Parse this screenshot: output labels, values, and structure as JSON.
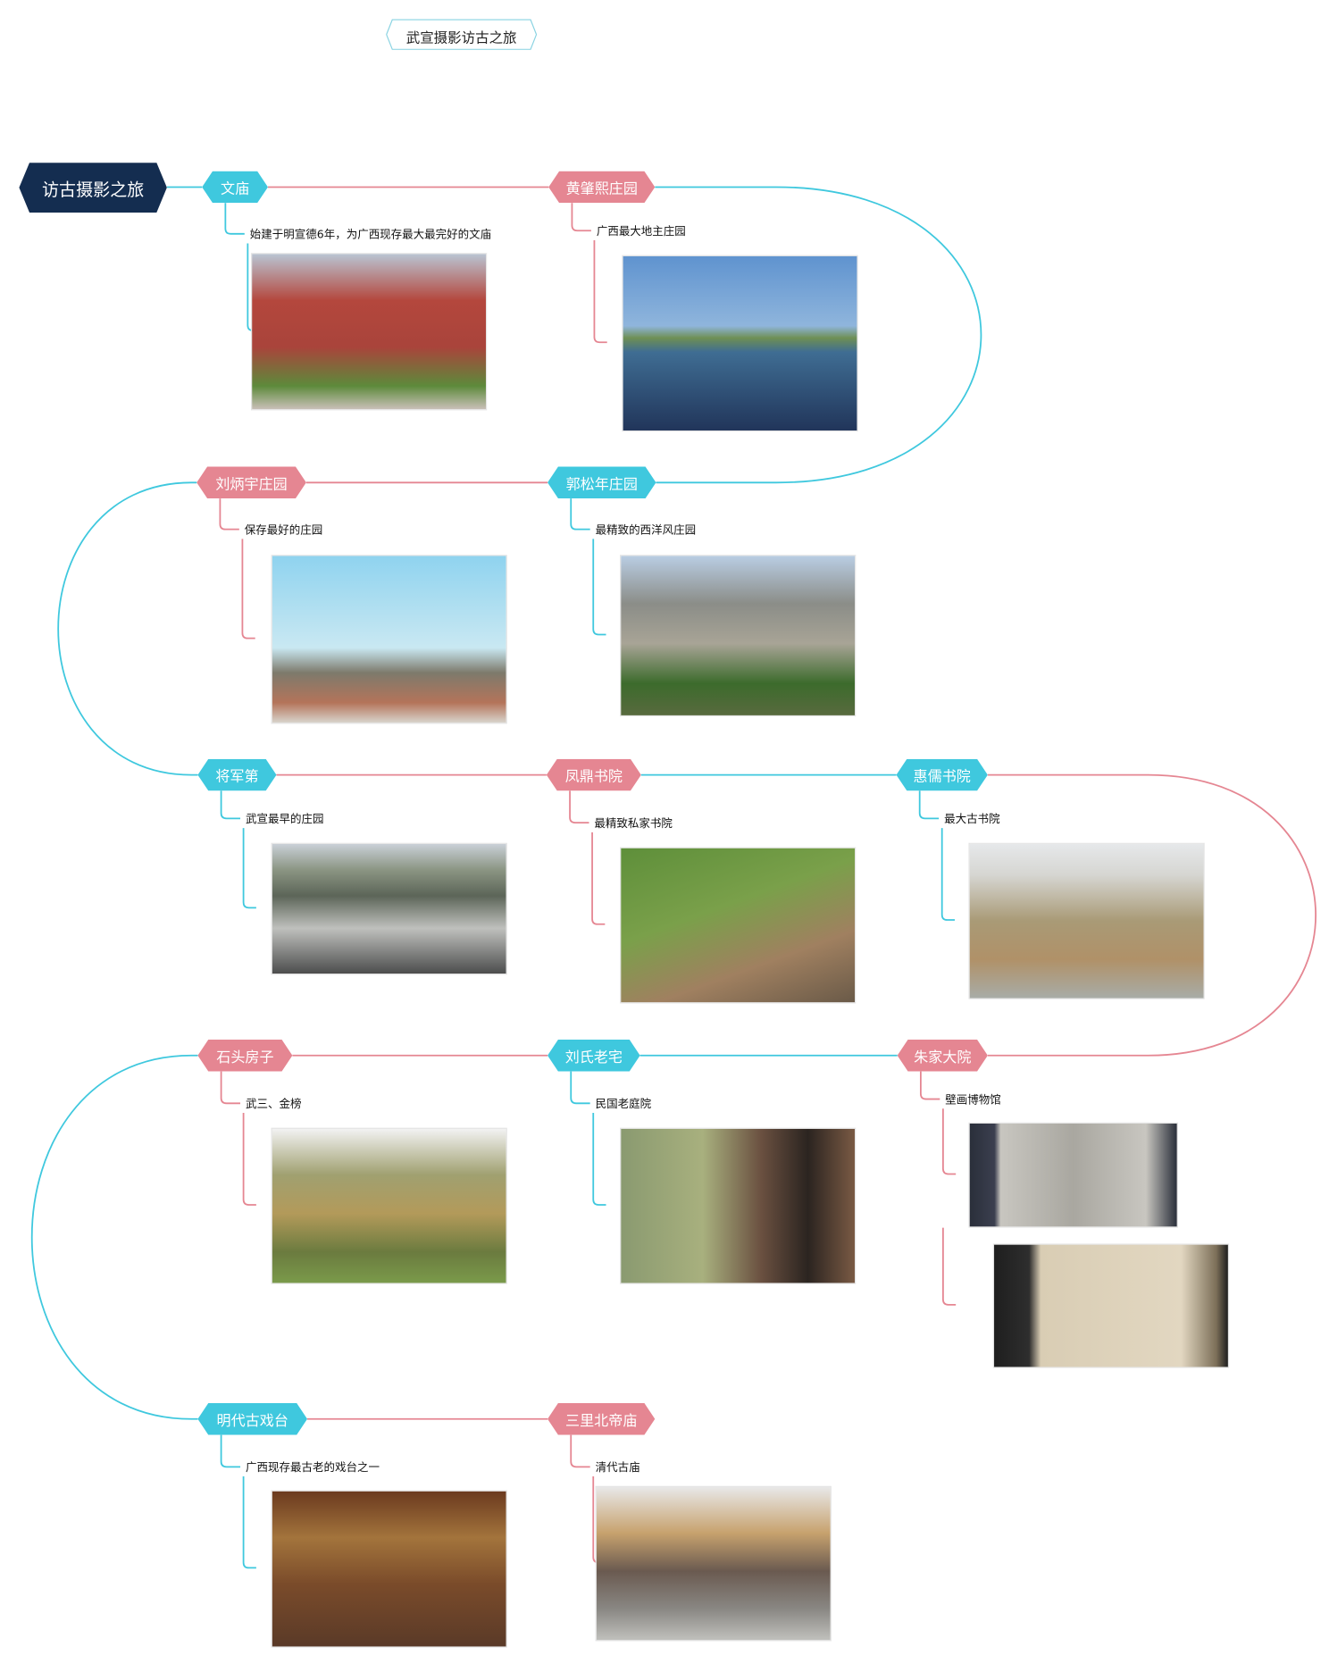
{
  "title": "武宣摄影访古之旅",
  "root": "访古摄影之旅",
  "colors": {
    "cyan": "#3fc8de",
    "pink": "#e58692",
    "navy": "#142d50"
  },
  "topics": [
    {
      "label": "文庙",
      "color": "cyan",
      "note": "始建于明宣德6年，为广西现存最大最完好的文庙",
      "images": [
        "red-temple-complex-photo"
      ]
    },
    {
      "label": "黄肇熙庄园",
      "color": "pink",
      "note": "广西最大地主庄园",
      "images": [
        "lake-reflection-manor-photo"
      ]
    },
    {
      "label": "刘炳宇庄园",
      "color": "pink",
      "note": "保存最好的庄园",
      "images": [
        "manor-blue-sky-photo"
      ]
    },
    {
      "label": "郭松年庄园",
      "color": "cyan",
      "note": "最精致的西洋风庄园",
      "images": [
        "western-style-manor-photo"
      ]
    },
    {
      "label": "将军第",
      "color": "cyan",
      "note": "武宣最早的庄园",
      "images": [
        "aerial-village-photo"
      ]
    },
    {
      "label": "凤鼎书院",
      "color": "pink",
      "note": "最精致私家书院",
      "images": [
        "academy-tree-photo"
      ]
    },
    {
      "label": "惠儒书院",
      "color": "cyan",
      "note": "最大古书院",
      "images": [
        "old-academy-facade-photo"
      ]
    },
    {
      "label": "石头房子",
      "color": "pink",
      "note": "武三、金榜",
      "images": [
        "stone-house-photo"
      ]
    },
    {
      "label": "刘氏老宅",
      "color": "cyan",
      "note": "民国老庭院",
      "images": [
        "old-courtyard-photo"
      ]
    },
    {
      "label": "朱家大院",
      "color": "pink",
      "note": "壁画博物馆",
      "images": [
        "mural-painting-photo",
        "calligraphy-mural-photo"
      ]
    },
    {
      "label": "明代古戏台",
      "color": "cyan",
      "note": "广西现存最古老的戏台之一",
      "images": [
        "ancient-stage-photo"
      ]
    },
    {
      "label": "三里北帝庙",
      "color": "pink",
      "note": "清代古庙",
      "images": [
        "north-emperor-temple-photo"
      ]
    }
  ]
}
